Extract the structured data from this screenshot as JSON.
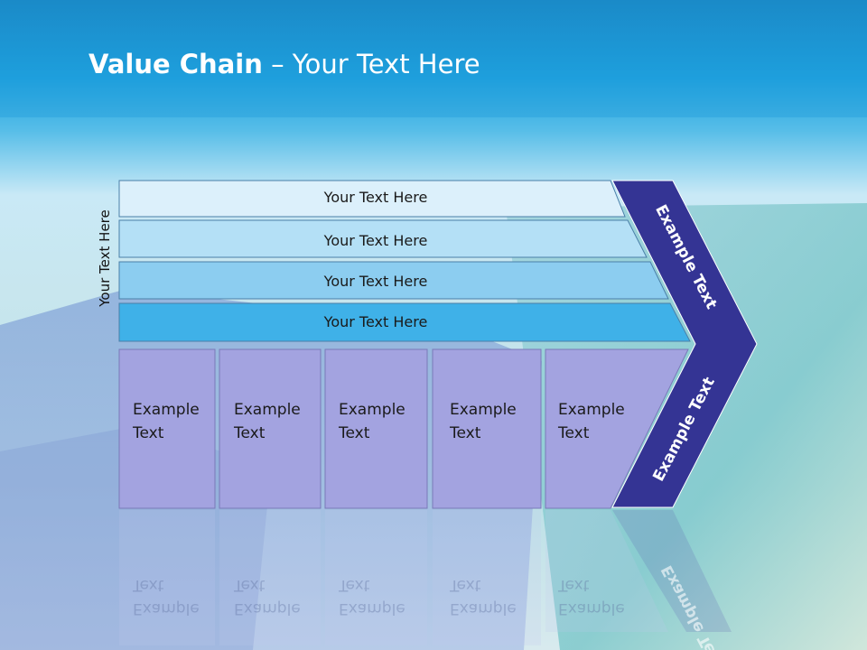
{
  "slide": {
    "title_bold": "Value Chain",
    "title_rest": " – Your Text Here",
    "side_label": "Your Text Here"
  },
  "bars": [
    {
      "label": "Your Text Here",
      "color": "#dcf0fb"
    },
    {
      "label": "Your Text Here",
      "color": "#b4e0f6"
    },
    {
      "label": "Your Text Here",
      "color": "#8ccdf0"
    },
    {
      "label": "Your Text Here",
      "color": "#3fb1e8"
    }
  ],
  "boxes": [
    {
      "line1": "Example",
      "line2": "Text"
    },
    {
      "line1": "Example",
      "line2": "Text"
    },
    {
      "line1": "Example",
      "line2": "Text"
    },
    {
      "line1": "Example",
      "line2": "Text"
    },
    {
      "line1": "Example",
      "line2": "Text"
    }
  ],
  "chevron": {
    "upper_label": "Example Text",
    "lower_label": "Example Text",
    "color": "#343494"
  },
  "colors": {
    "box_fill": "#a3a3e0",
    "header_blue": "#1a9fdc"
  }
}
